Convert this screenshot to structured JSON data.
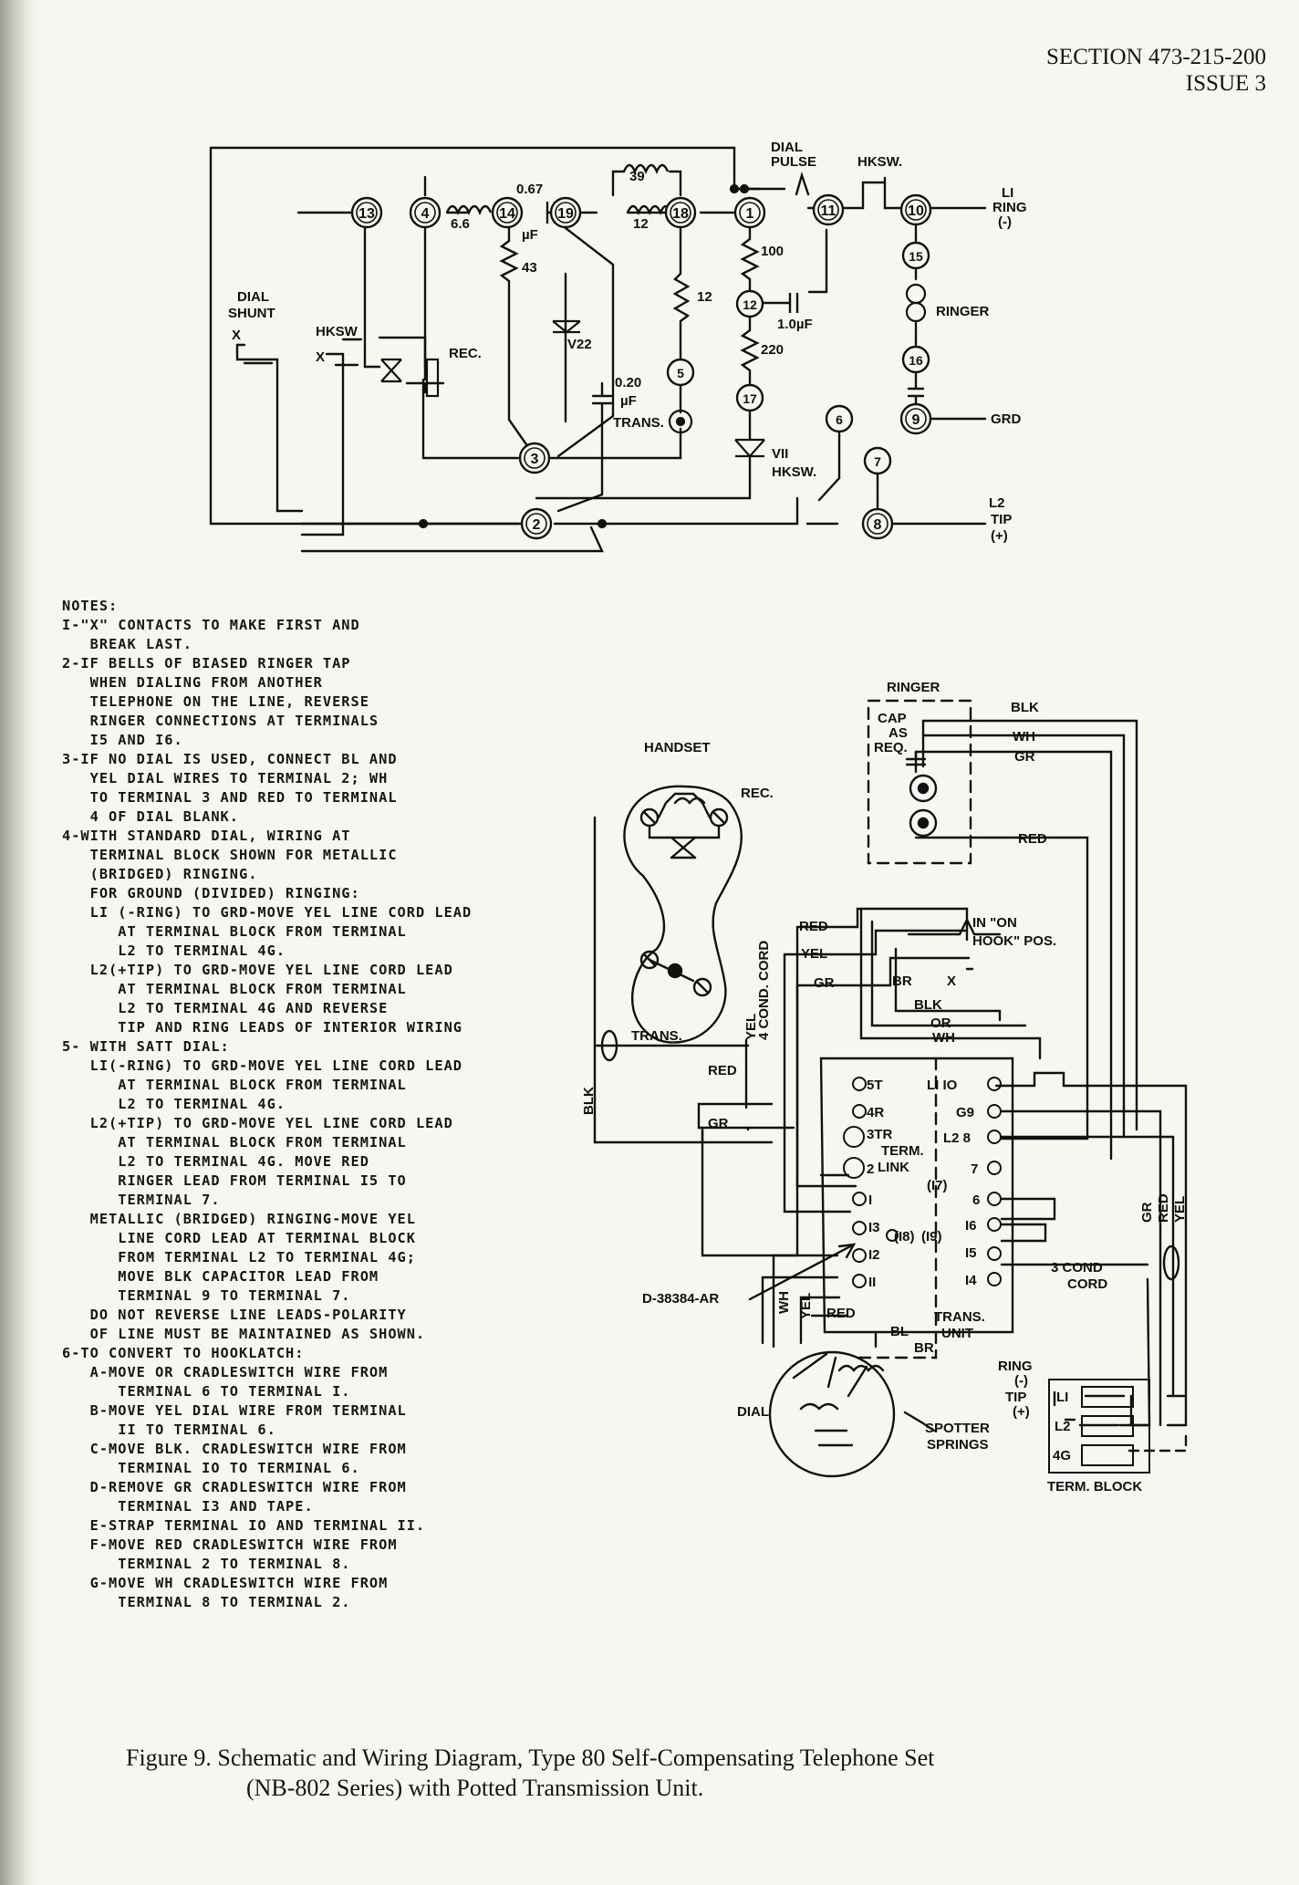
{
  "header": {
    "section": "SECTION 473-215-200",
    "issue": "ISSUE 3"
  },
  "schematic": {
    "terminals": [
      "13",
      "4",
      "14",
      "19",
      "18",
      "1",
      "11",
      "10",
      "15",
      "16",
      "9",
      "12",
      "5",
      "17",
      "6",
      "7",
      "3",
      "2",
      "8"
    ],
    "labels": {
      "dial_pulse_1": "DIAL",
      "dial_pulse_2": "PULSE",
      "hksw_top": "HKSW.",
      "l1": "LI",
      "ring": "RING",
      "ring_sign": "(-)",
      "l2": "L2",
      "tip": "TIP",
      "tip_sign": "(+)",
      "grd": "GRD",
      "ringer": "RINGER",
      "dial_shunt_1": "DIAL",
      "dial_shunt_2": "SHUNT",
      "x1": "X",
      "x2": "X",
      "hksw_left": "HKSW",
      "rec": "REC.",
      "v22": "V22",
      "v11": "VII",
      "hksw_bottom": "HKSW.",
      "trans": "TRANS.",
      "r66": "6.6",
      "c067": "0.67",
      "muf1": "µF",
      "r43": "43",
      "r39": "39",
      "r12a": "12",
      "r12b": "12",
      "r100": "100",
      "c10": "1.0µF",
      "r220": "220",
      "c020": "0.20",
      "muf2": "µF"
    }
  },
  "notes": [
    "NOTES:",
    "I-\"X\" CONTACTS TO MAKE FIRST AND",
    "   BREAK LAST.",
    "2-IF BELLS OF BIASED RINGER TAP",
    "   WHEN DIALING FROM ANOTHER",
    "   TELEPHONE ON THE LINE, REVERSE",
    "   RINGER CONNECTIONS AT TERMINALS",
    "   I5 AND I6.",
    "3-IF NO DIAL IS USED, CONNECT BL AND",
    "   YEL DIAL WIRES TO TERMINAL 2; WH",
    "   TO TERMINAL 3 AND RED TO TERMINAL",
    "   4 OF DIAL BLANK.",
    "4-WITH STANDARD DIAL, WIRING AT",
    "   TERMINAL BLOCK SHOWN FOR METALLIC",
    "   (BRIDGED) RINGING.",
    "   FOR GROUND (DIVIDED) RINGING:",
    "   LI (-RING) TO GRD-MOVE YEL LINE CORD LEAD",
    "      AT TERMINAL BLOCK FROM TERMINAL",
    "      L2 TO TERMINAL 4G.",
    "   L2(+TIP) TO GRD-MOVE YEL LINE CORD LEAD",
    "      AT TERMINAL BLOCK FROM TERMINAL",
    "      L2 TO TERMINAL 4G AND REVERSE",
    "      TIP AND RING LEADS OF INTERIOR WIRING",
    "5- WITH SATT DIAL:",
    "   LI(-RING) TO GRD-MOVE YEL LINE CORD LEAD",
    "      AT TERMINAL BLOCK FROM TERMINAL",
    "      L2 TO TERMINAL 4G.",
    "   L2(+TIP) TO GRD-MOVE YEL LINE CORD LEAD",
    "      AT TERMINAL BLOCK FROM TERMINAL",
    "      L2 TO TERMINAL 4G. MOVE RED",
    "      RINGER LEAD FROM TERMINAL I5 TO",
    "      TERMINAL 7.",
    "   METALLIC (BRIDGED) RINGING-MOVE YEL",
    "      LINE CORD LEAD AT TERMINAL BLOCK",
    "      FROM TERMINAL L2 TO TERMINAL 4G;",
    "      MOVE BLK CAPACITOR LEAD FROM",
    "      TERMINAL 9 TO TERMINAL 7.",
    "   DO NOT REVERSE LINE LEADS-POLARITY",
    "   OF LINE MUST BE MAINTAINED AS SHOWN.",
    "6-TO CONVERT TO HOOKLATCH:",
    "   A-MOVE OR CRADLESWITCH WIRE FROM",
    "      TERMINAL 6 TO TERMINAL I.",
    "   B-MOVE YEL DIAL WIRE FROM TERMINAL",
    "      II TO TERMINAL 6.",
    "   C-MOVE BLK. CRADLESWITCH WIRE FROM",
    "      TERMINAL IO TO TERMINAL 6.",
    "   D-REMOVE GR CRADLESWITCH WIRE FROM",
    "      TERMINAL I3 AND TAPE.",
    "   E-STRAP TERMINAL IO AND TERMINAL II.",
    "   F-MOVE RED CRADLESWITCH WIRE FROM",
    "      TERMINAL 2 TO TERMINAL 8.",
    "   G-MOVE WH CRADLESWITCH WIRE FROM",
    "      TERMINAL 8 TO TERMINAL 2."
  ],
  "wiring": {
    "handset": "HANDSET",
    "rec": "REC.",
    "trans": "TRANS.",
    "cord4": "4 COND. CORD",
    "ringer": "RINGER",
    "cap_1": "CAP",
    "cap_2": "AS",
    "cap_3": "REQ.",
    "blk": "BLK",
    "wh": "WH",
    "gr": "GR",
    "red": "RED",
    "yel": "YEL",
    "br": "BR",
    "or": "OR",
    "bl": "BL",
    "on_hook_1": "IN \"ON",
    "on_hook_2": "HOOK\" POS.",
    "term_block_left": [
      "5T",
      "4R",
      "3TR",
      "2",
      "I",
      "I3",
      "I2",
      "II"
    ],
    "term_link_1": "TERM.",
    "term_link_2": "LINK",
    "term_block_right": [
      "LI IO",
      "G9",
      "L2 8",
      "7",
      "6",
      "I6",
      "I5",
      "I4"
    ],
    "term_mid": [
      "(I7)",
      "(I8)",
      "(I9)"
    ],
    "trans_unit_1": "TRANS.",
    "trans_unit_2": "UNIT",
    "cord3_1": "3 COND",
    "cord3_2": "CORD",
    "d38384": "D-38384-AR",
    "dial": "DIAL",
    "spotter_1": "SPOTTER",
    "spotter_2": "SPRINGS",
    "ring_1": "RING",
    "ring_2": "(-)",
    "tip_1": "TIP",
    "tip_2": "(+)",
    "tb_l1": "LI",
    "tb_l2": "L2",
    "tb_4g": "4G",
    "term_block": "TERM. BLOCK",
    "x": "X",
    "vert_gr": "GR",
    "vert_red": "RED",
    "vert_yel": "YEL"
  },
  "caption": {
    "line1": "Figure 9.  Schematic and Wiring Diagram, Type 80 Self-Compensating Telephone Set",
    "line2": "(NB-802 Series) with Potted Transmission Unit."
  }
}
